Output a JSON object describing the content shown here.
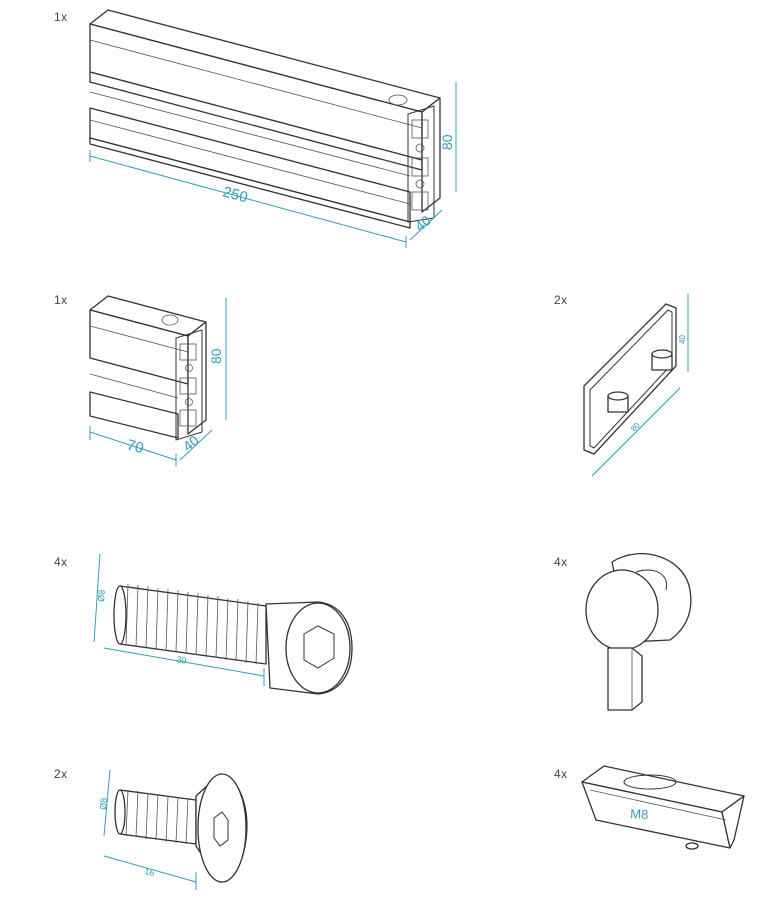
{
  "items": [
    {
      "quantity": "1x",
      "dims": [
        "250",
        "80",
        "40"
      ]
    },
    {
      "quantity": "1x",
      "dims": [
        "70",
        "80",
        "40"
      ]
    },
    {
      "quantity": "2x",
      "dims": [
        "80",
        "40"
      ]
    },
    {
      "quantity": "4x",
      "dims": [
        "Ø8",
        "30"
      ]
    },
    {
      "quantity": "4x",
      "dims": []
    },
    {
      "quantity": "2x",
      "dims": [
        "Ø8",
        "16"
      ]
    },
    {
      "quantity": "4x",
      "label": "M8"
    }
  ],
  "colors": {
    "dimension": "#2f9fb8",
    "outline": "#333333"
  }
}
